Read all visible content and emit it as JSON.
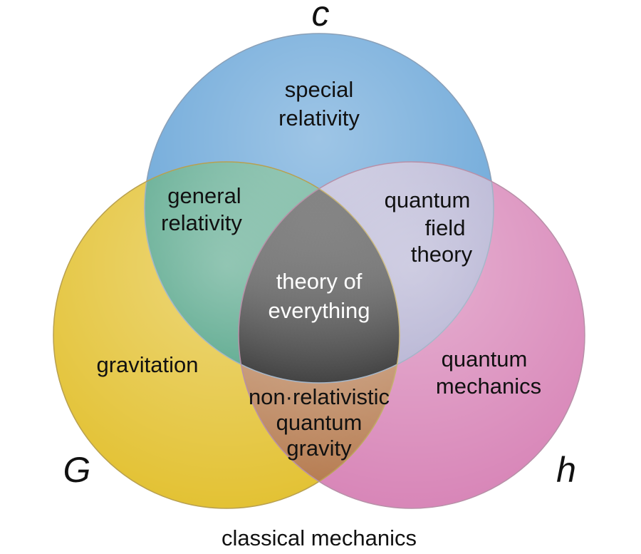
{
  "variables": {
    "c": "c",
    "G": "G",
    "h": "h"
  },
  "regions": {
    "special_relativity": [
      "special",
      "relativity"
    ],
    "general_relativity": [
      "general",
      "relativity"
    ],
    "quantum_field_theory": [
      "quantum",
      "field",
      "theory"
    ],
    "theory_of_everything": [
      "theory of",
      "everything"
    ],
    "gravitation": [
      "gravitation"
    ],
    "quantum_mechanics": [
      "quantum",
      "mechanics"
    ],
    "non_relativistic_quantum_gravity": [
      "non·relativistic",
      "quantum",
      "gravity"
    ]
  },
  "outside_label": "classical mechanics",
  "colors": {
    "c_circle": "#6aa6d8",
    "G_circle": "#e3c234",
    "h_circle": "#d886b8",
    "c_G": "#3f9a7a",
    "c_h": "#aaa7cc",
    "G_h": "#b57a4e",
    "all": "#050505"
  }
}
